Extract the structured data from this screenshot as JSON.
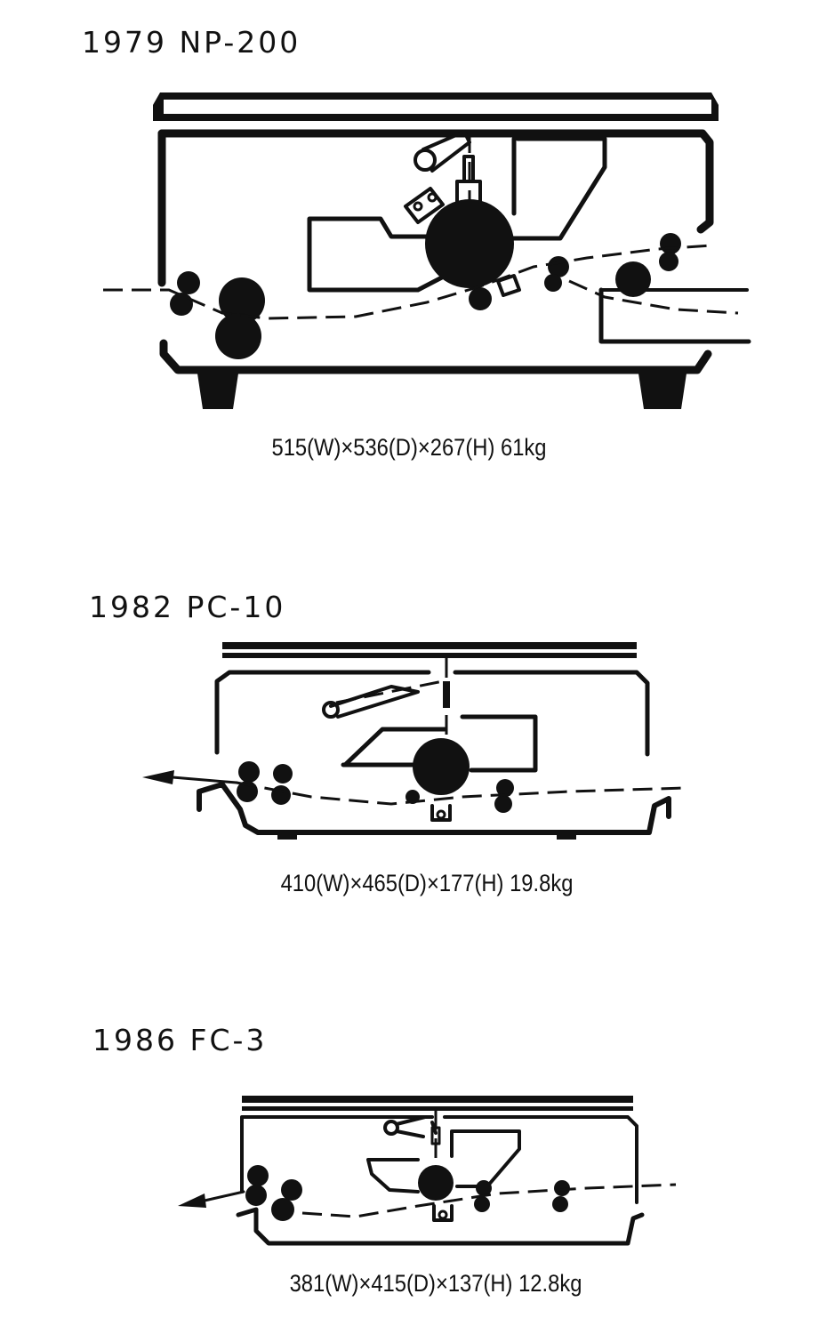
{
  "models": [
    {
      "title": "1979 NP-200",
      "spec": "515(W)×536(D)×267(H)  61kg"
    },
    {
      "title": "1982 PC-10",
      "spec": "410(W)×465(D)×177(H)  19.8kg"
    },
    {
      "title": "1986 FC-3",
      "spec": "381(W)×415(D)×137(H)  12.8kg"
    }
  ]
}
